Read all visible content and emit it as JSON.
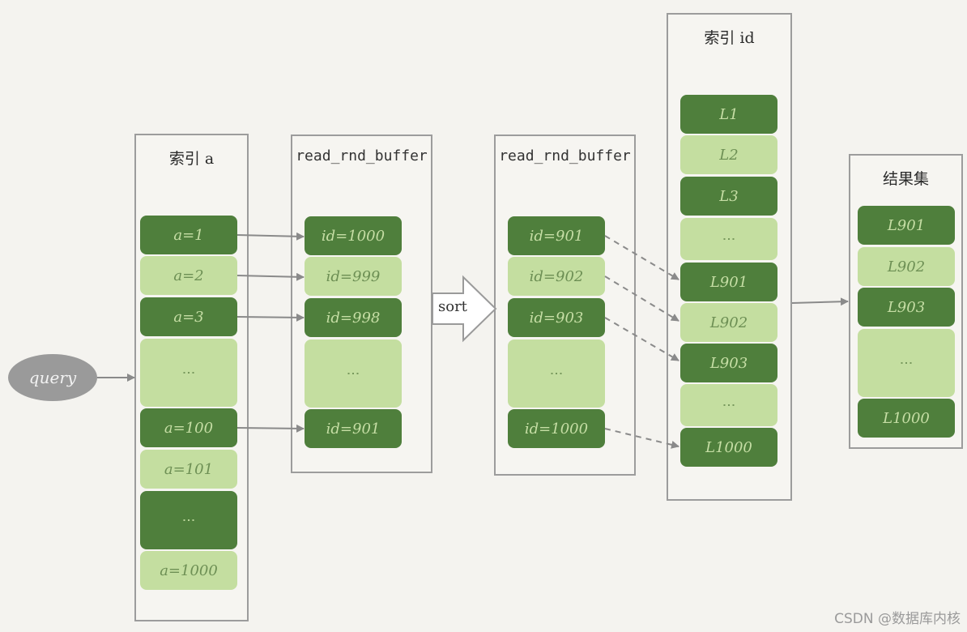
{
  "query_label": "query",
  "sort_label": "sort",
  "panels": {
    "index_a": {
      "title": "索引 a",
      "cells": [
        "a=1",
        "a=2",
        "a=3",
        "⋮",
        "a=100",
        "a=101",
        "⋮",
        "a=1000"
      ]
    },
    "buffer1": {
      "title": "read_rnd_buffer",
      "cells": [
        "id=1000",
        "id=999",
        "id=998",
        "⋮",
        "id=901"
      ]
    },
    "buffer2": {
      "title": "read_rnd_buffer",
      "cells": [
        "id=901",
        "id=902",
        "id=903",
        "⋮",
        "id=1000"
      ]
    },
    "index_id": {
      "title": "索引 id",
      "cells": [
        "L1",
        "L2",
        "L3",
        "⋮",
        "L901",
        "L902",
        "L903",
        "⋮",
        "L1000"
      ]
    },
    "result": {
      "title": "结果集",
      "cells": [
        "L901",
        "L902",
        "L903",
        "⋮",
        "L1000"
      ]
    }
  },
  "watermark": "CSDN @数据库内核",
  "colors": {
    "dark_green": "#4f7f3c",
    "light_green": "#c4dea0",
    "border": "#9c9c9c",
    "arrow": "#8a8a8a"
  }
}
